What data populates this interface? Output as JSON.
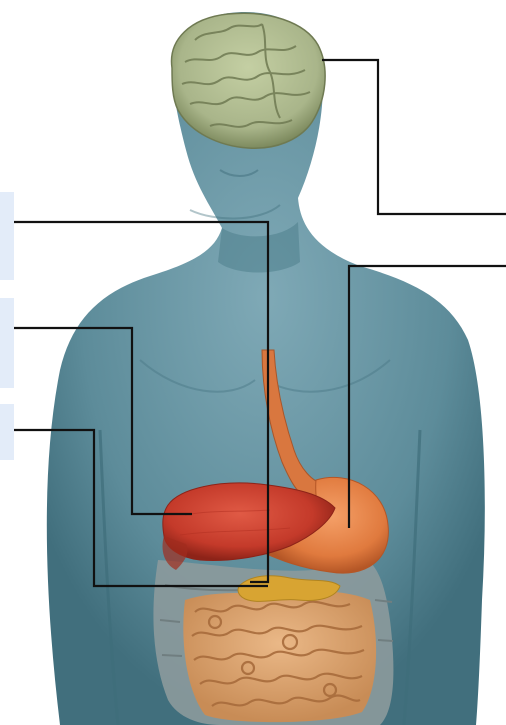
{
  "title": "",
  "image": {
    "subject": "human-torso-digestive-system",
    "background_color": "#ffffff",
    "colors": {
      "skin": "#5f8f9d",
      "skin_shadow": "#3f6d7b",
      "skin_highlight": "#86b1bd",
      "brain": "#a9b58a",
      "brain_fold": "#6f7a52",
      "liver": "#c43a2a",
      "liver_dark": "#8d2318",
      "stomach": "#e07a3e",
      "esophagus": "#d9773f",
      "pancreas": "#d8a432",
      "large_intestine": "#8c9a9c",
      "small_intestine": "#d9a06a",
      "small_intestine_fold": "#a86c3c",
      "leader_line": "#111111",
      "label_box": "#e3ecf9"
    }
  },
  "label_boxes": [
    {
      "id": "label-box-1",
      "text": ""
    },
    {
      "id": "label-box-2",
      "text": ""
    },
    {
      "id": "label-box-3",
      "text": ""
    }
  ],
  "leaders": [
    {
      "name": "leader-brain",
      "organ": "brain",
      "side": "right"
    },
    {
      "name": "leader-stomach",
      "organ": "stomach",
      "side": "right"
    },
    {
      "name": "leader-pancreas",
      "organ": "pancreas",
      "side": "left"
    },
    {
      "name": "leader-liver",
      "organ": "liver",
      "side": "left"
    },
    {
      "name": "leader-intestine",
      "organ": "intestines",
      "side": "left"
    }
  ]
}
